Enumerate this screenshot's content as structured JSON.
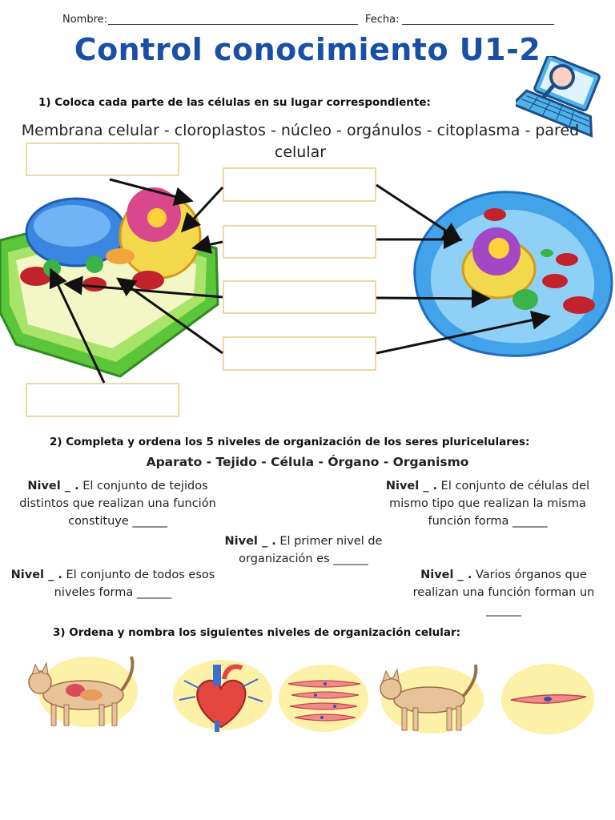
{
  "header": {
    "name_label": "Nombre:",
    "date_label": "Fecha:",
    "title": "Control conocimiento U1-2"
  },
  "q1": {
    "prompt": "1) Coloca cada parte de las células en su lugar correspondiente:",
    "words": "Membrana celular - cloroplastos - núcleo - orgánulos - citoplasma - pared celular"
  },
  "q2": {
    "prompt": "2) Completa y ordena los 5 niveles de organización de los seres pluricelulares:",
    "words": "Aparato - Tejido - Célula - Órgano - Organismo",
    "items": [
      {
        "nivel": "Nivel _ .",
        "text": "El conjunto de tejidos distintos que realizan una función constituye ______"
      },
      {
        "nivel": "Nivel _ .",
        "text": "El conjunto de células del mismo tipo que realizan la misma función forma ______"
      },
      {
        "nivel": "Nivel _ .",
        "text": "El primer nivel de organización es ______"
      },
      {
        "nivel": "Nivel _ .",
        "text": "El conjunto de todos esos niveles forma ______"
      },
      {
        "nivel": "Nivel _ .",
        "text": "Varios órganos que realizan una función forman un ______"
      }
    ]
  },
  "q3": {
    "prompt": "3) Ordena y nombra los siguientes niveles de organización celular:"
  }
}
